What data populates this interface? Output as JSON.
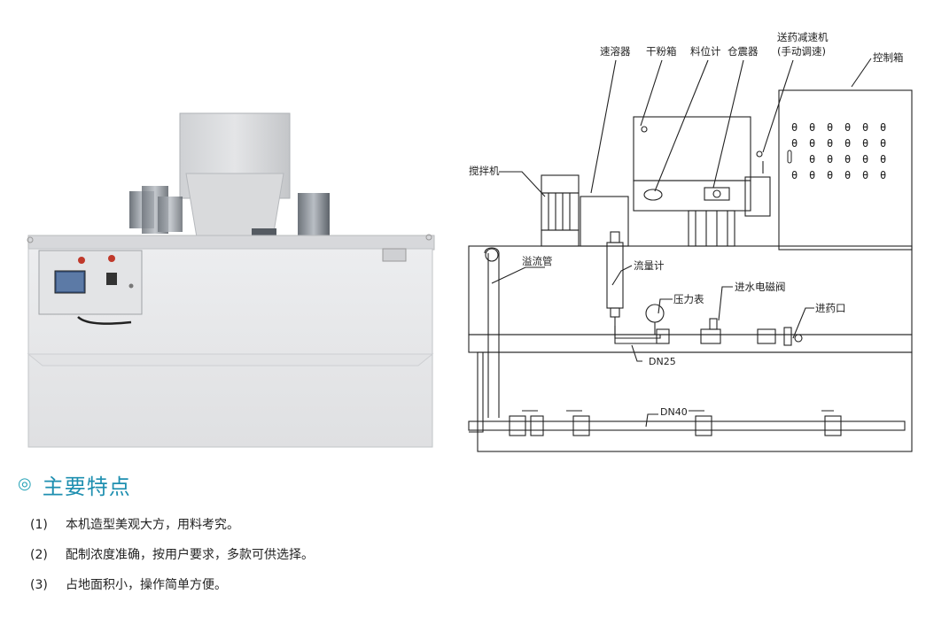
{
  "diagram_labels": {
    "dissolver": "速溶器",
    "dry_powder_box": "干粉箱",
    "level_meter": "料位计",
    "bin_vibrator": "仓震器",
    "reducer_line1": "送药减速机",
    "reducer_line2": "(手动调速)",
    "control_box": "控制箱",
    "mixer": "搅拌机",
    "overflow_pipe": "溢流管",
    "flowmeter": "流量计",
    "pressure_gauge": "压力表",
    "solenoid_valve": "进水电磁阀",
    "inlet": "进药口",
    "dn25": "DN25",
    "dn40": "DN40"
  },
  "section": {
    "title": "主要特点",
    "items": [
      {
        "num": "(1)",
        "text": "本机造型美观大方，用料考究。"
      },
      {
        "num": "(2)",
        "text": "配制浓度准确，按用户要求，多款可供选择。"
      },
      {
        "num": "(3)",
        "text": "占地面积小，操作简单方便。"
      }
    ]
  },
  "colors": {
    "title": "#1e8fb0",
    "icon": "#2aa4b8",
    "cabinet": "#e9eaec"
  }
}
